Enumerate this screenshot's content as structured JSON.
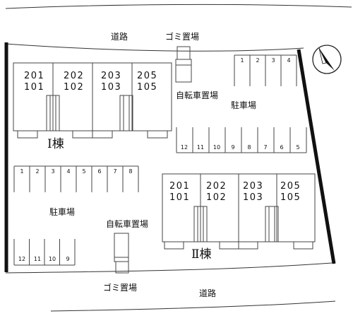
{
  "labels": {
    "road_top": "道路",
    "road_bottom": "道路",
    "garbage_top": "ゴミ置場",
    "garbage_bottom": "ゴミ置場",
    "bicycle_top": "自転車置場",
    "bicycle_bottom": "自転車置場",
    "parking_right": "駐車場",
    "parking_left": "駐車場"
  },
  "building_1": {
    "name": "Ⅰ棟",
    "units": [
      {
        "upper": "201",
        "lower": "101"
      },
      {
        "upper": "202",
        "lower": "102"
      },
      {
        "upper": "203",
        "lower": "103"
      },
      {
        "upper": "205",
        "lower": "105"
      }
    ]
  },
  "building_2": {
    "name": "Ⅱ棟",
    "units": [
      {
        "upper": "201",
        "lower": "101"
      },
      {
        "upper": "202",
        "lower": "102"
      },
      {
        "upper": "203",
        "lower": "103"
      },
      {
        "upper": "205",
        "lower": "105"
      }
    ]
  },
  "parking": {
    "top_right": [
      "1",
      "2",
      "3",
      "4"
    ],
    "right_row": [
      "12",
      "11",
      "10",
      "9",
      "8",
      "7",
      "6",
      "5"
    ],
    "left_row": [
      "1",
      "2",
      "3",
      "4",
      "5",
      "6",
      "7",
      "8"
    ],
    "bottom_left": [
      "12",
      "11",
      "10",
      "9"
    ]
  }
}
